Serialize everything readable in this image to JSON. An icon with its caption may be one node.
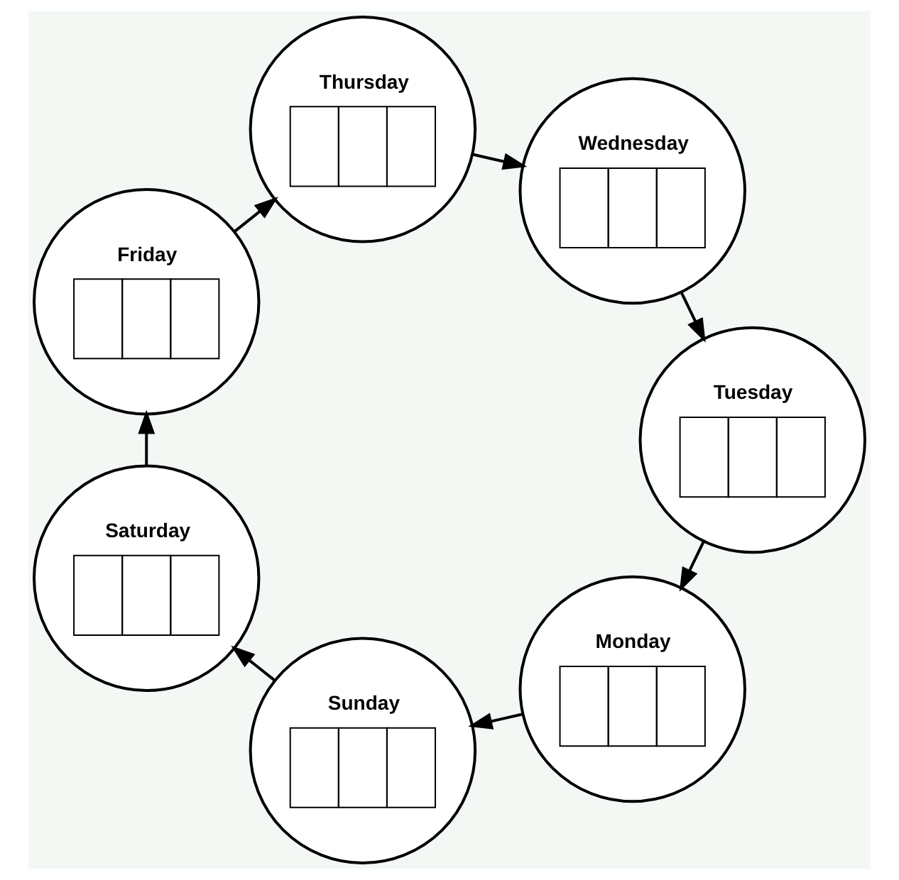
{
  "diagram": {
    "nodes": [
      {
        "text": [
          "Monday"
        ]
      },
      {
        "text": [
          "Sunday"
        ]
      },
      {
        "text": [
          "Tuesday"
        ]
      },
      {
        "text": [
          "Saturday"
        ]
      },
      {
        "text": [
          "Wednesday"
        ]
      },
      {
        "text": [
          "Friday"
        ]
      },
      {
        "text": [
          "Thursday"
        ]
      }
    ],
    "edges": [
      {
        "from": 0,
        "to": 1,
        "arrow": "to"
      },
      {
        "from": 1,
        "to": 3,
        "arrow": "to"
      },
      {
        "from": 3,
        "to": 5,
        "arrow": "to"
      },
      {
        "from": 5,
        "to": 6,
        "arrow": "to"
      },
      {
        "from": 6,
        "to": 4,
        "arrow": "to"
      },
      {
        "from": 4,
        "to": 2,
        "arrow": "to"
      },
      {
        "from": 2,
        "to": 0,
        "arrow": "to"
      }
    ]
  }
}
